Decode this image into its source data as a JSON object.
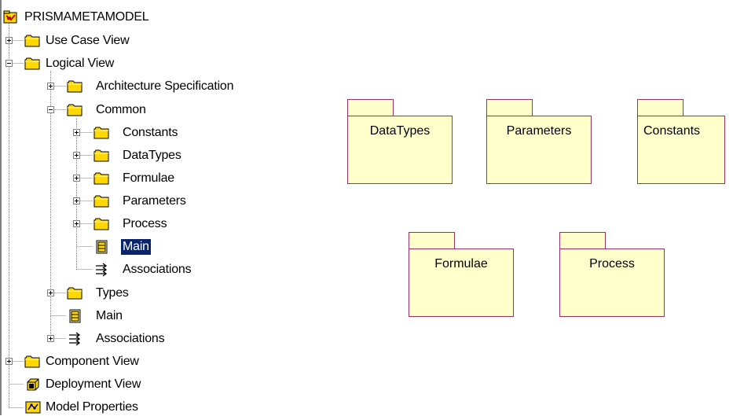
{
  "tree": {
    "items": [
      {
        "label": "PRISMAMETAMODEL",
        "icon": "model-root-icon",
        "expander": "none"
      },
      {
        "label": "Use Case View",
        "icon": "folder-icon",
        "expander": "plus"
      },
      {
        "label": "Logical View",
        "icon": "folder-icon",
        "expander": "minus"
      },
      {
        "label": "Architecture Specification",
        "icon": "folder-icon",
        "expander": "plus"
      },
      {
        "label": "Common",
        "icon": "folder-icon",
        "expander": "minus"
      },
      {
        "label": "Constants",
        "icon": "folder-icon",
        "expander": "plus"
      },
      {
        "label": "DataTypes",
        "icon": "folder-icon",
        "expander": "plus"
      },
      {
        "label": "Formulae",
        "icon": "folder-icon",
        "expander": "plus"
      },
      {
        "label": "Parameters",
        "icon": "folder-icon",
        "expander": "plus"
      },
      {
        "label": "Process",
        "icon": "folder-icon",
        "expander": "plus"
      },
      {
        "label": "Main",
        "icon": "class-diagram-icon",
        "expander": "none",
        "selected": true
      },
      {
        "label": "Associations",
        "icon": "associations-icon",
        "expander": "none"
      },
      {
        "label": "Types",
        "icon": "folder-icon",
        "expander": "plus"
      },
      {
        "label": "Main",
        "icon": "class-diagram-icon",
        "expander": "none"
      },
      {
        "label": "Associations",
        "icon": "associations-icon",
        "expander": "plus"
      },
      {
        "label": "Component View",
        "icon": "folder-icon",
        "expander": "plus"
      },
      {
        "label": "Deployment View",
        "icon": "deployment-icon",
        "expander": "none"
      },
      {
        "label": "Model Properties",
        "icon": "model-properties-icon",
        "expander": "none"
      }
    ]
  },
  "diagram": {
    "packages": [
      {
        "label": "DataTypes"
      },
      {
        "label": "Parameters"
      },
      {
        "label": "Constants"
      },
      {
        "label": "Formulae"
      },
      {
        "label": "Process"
      }
    ]
  },
  "colors": {
    "package_fill": "#ffffcc",
    "package_border": "#993366",
    "selection": "#0a246a",
    "folder": "#ffd800"
  }
}
